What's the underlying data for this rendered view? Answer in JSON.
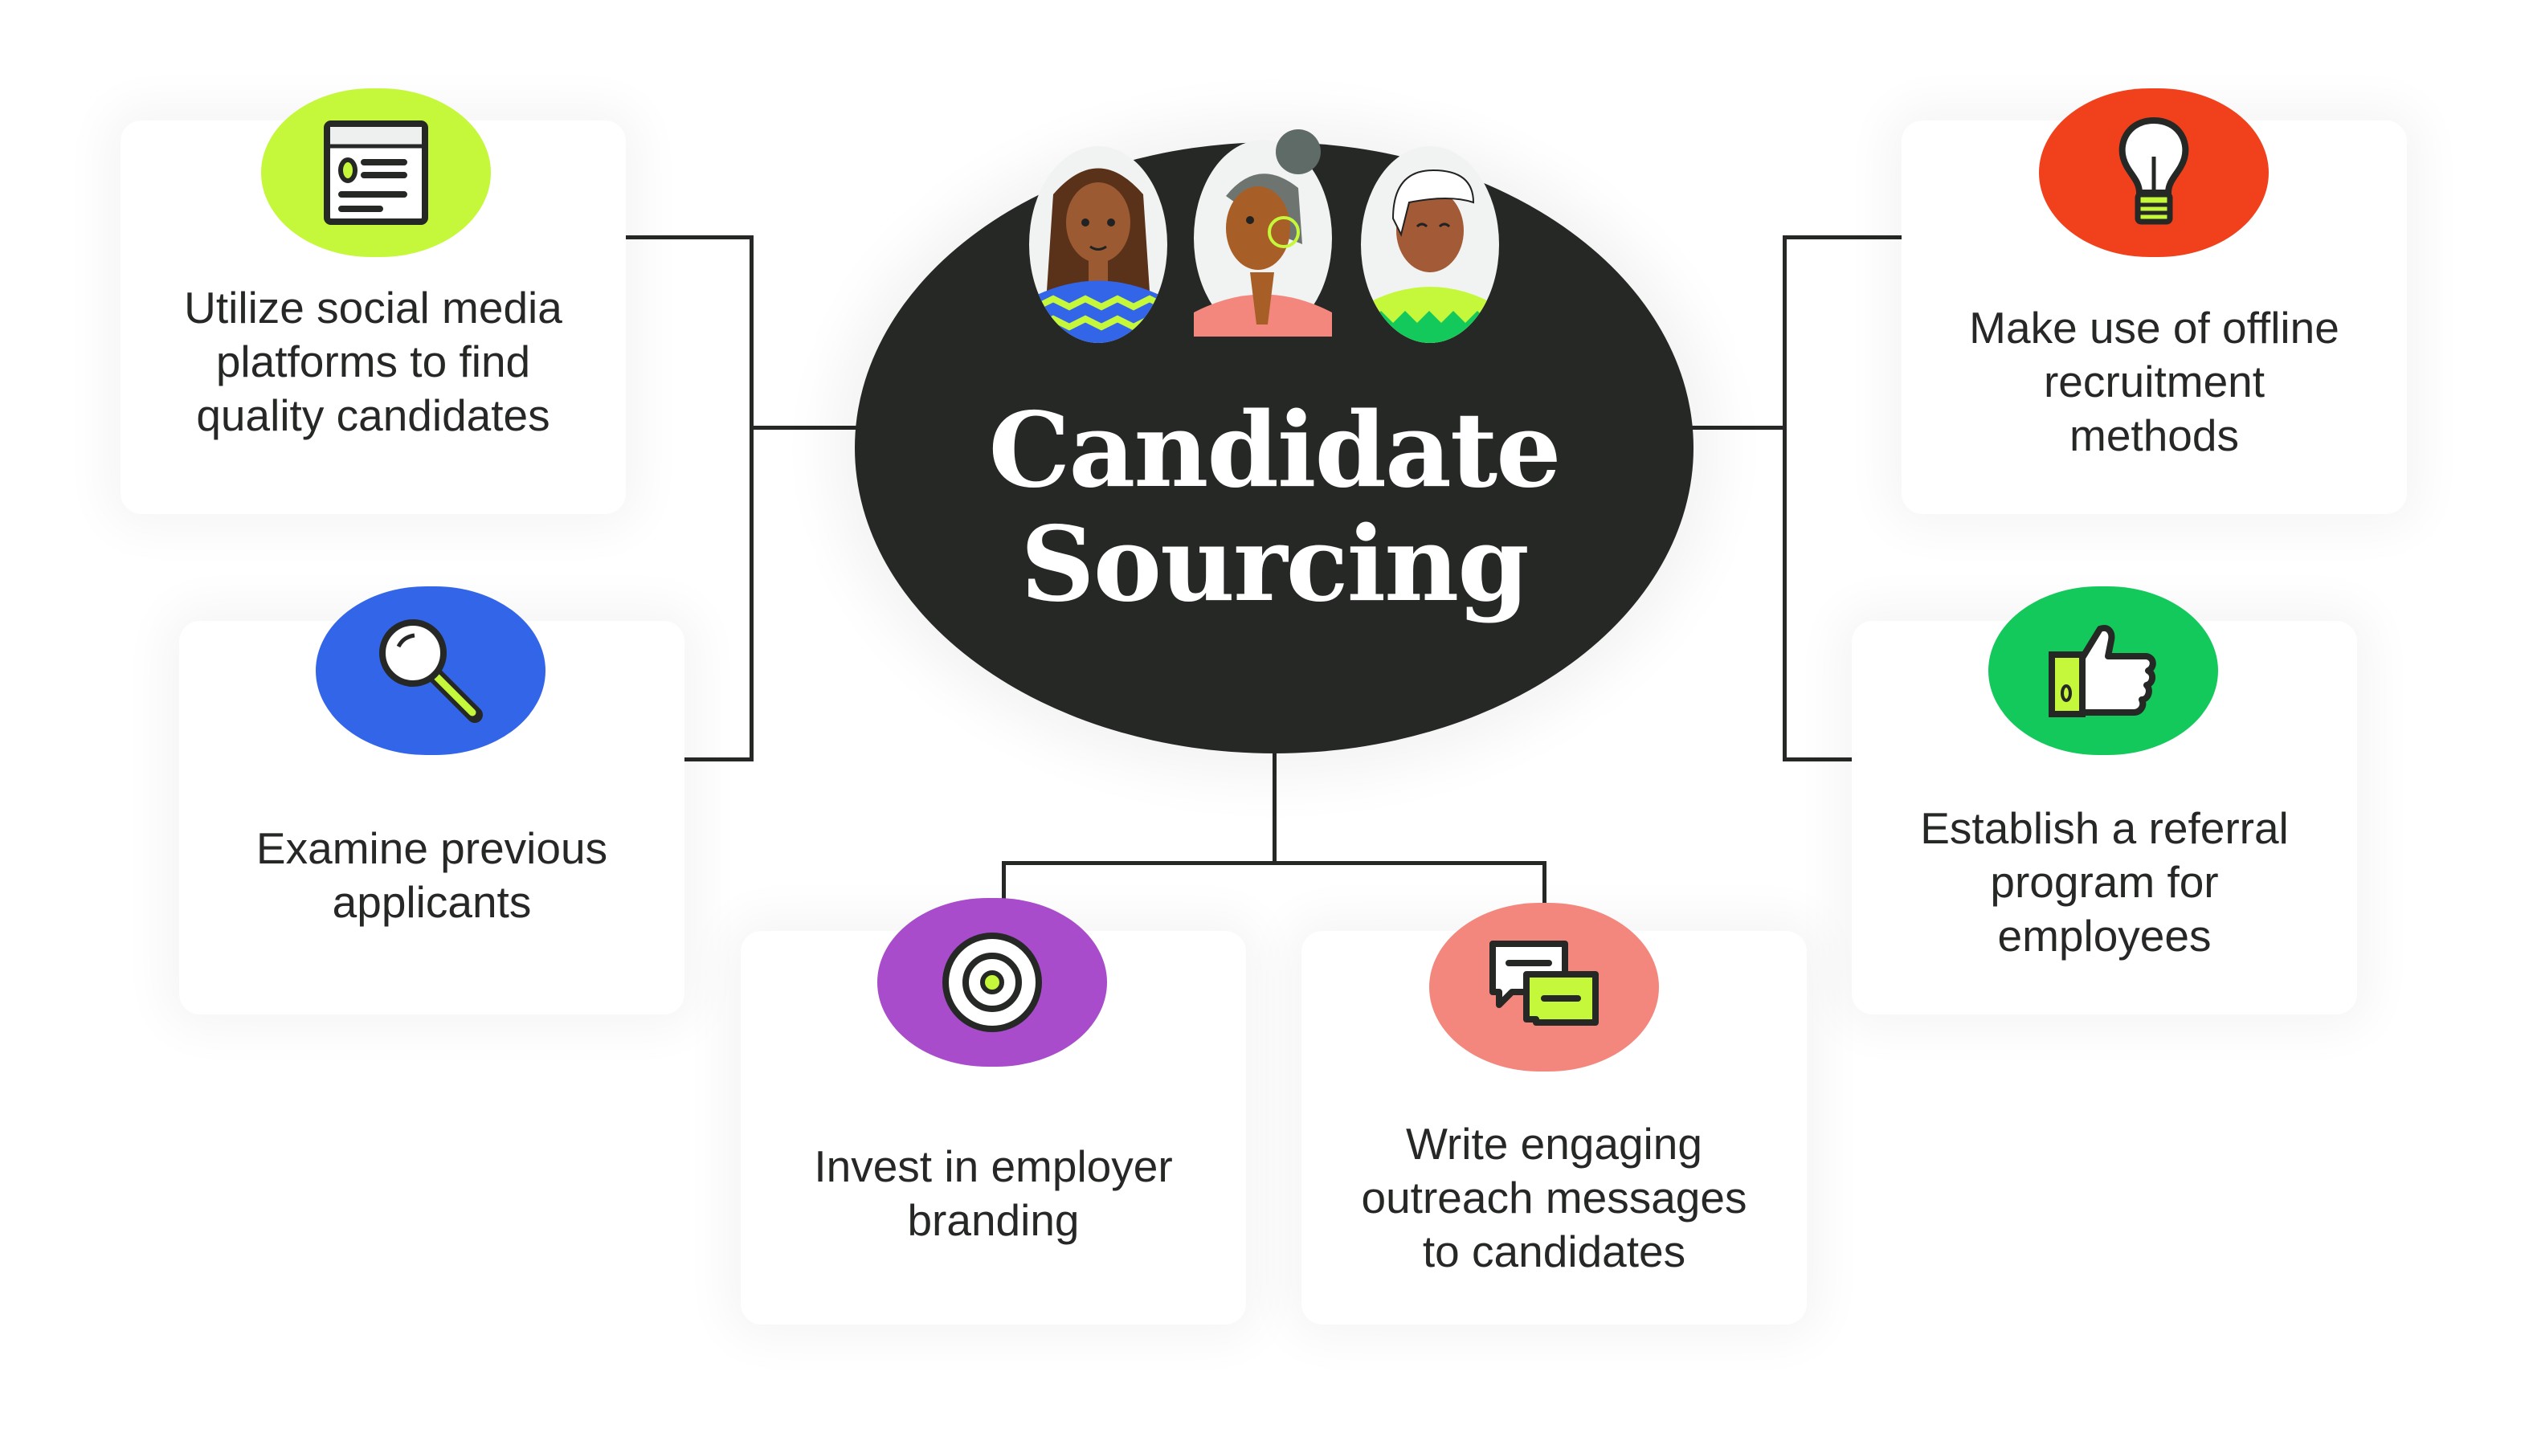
{
  "title": {
    "line1": "Candidate",
    "line2": "Sourcing"
  },
  "colors": {
    "dark": "#262826",
    "lime": "#c5f83a",
    "red": "#f0411c",
    "blue": "#3265e8",
    "green": "#13c95b",
    "purple": "#a84ccb",
    "salmon": "#f4877d"
  },
  "avatars": [
    "woman-curly-hair-avatar",
    "woman-gray-bun-avatar",
    "man-white-hair-avatar"
  ],
  "cards": [
    {
      "id": "social-media",
      "icon": "document-profile-icon",
      "text": "Utilize social media platforms to find quality candidates"
    },
    {
      "id": "previous-applicants",
      "icon": "magnifier-icon",
      "text": "Examine previous applicants"
    },
    {
      "id": "employer-branding",
      "icon": "target-icon",
      "text": "Invest in employer branding"
    },
    {
      "id": "outreach-messages",
      "icon": "chat-bubbles-icon",
      "text": "Write engaging outreach messages to candidates"
    },
    {
      "id": "offline-methods",
      "icon": "lightbulb-icon",
      "text": "Make use of offline recruitment methods"
    },
    {
      "id": "referral-program",
      "icon": "thumbs-up-icon",
      "text": "Establish a referral program for employees"
    }
  ]
}
